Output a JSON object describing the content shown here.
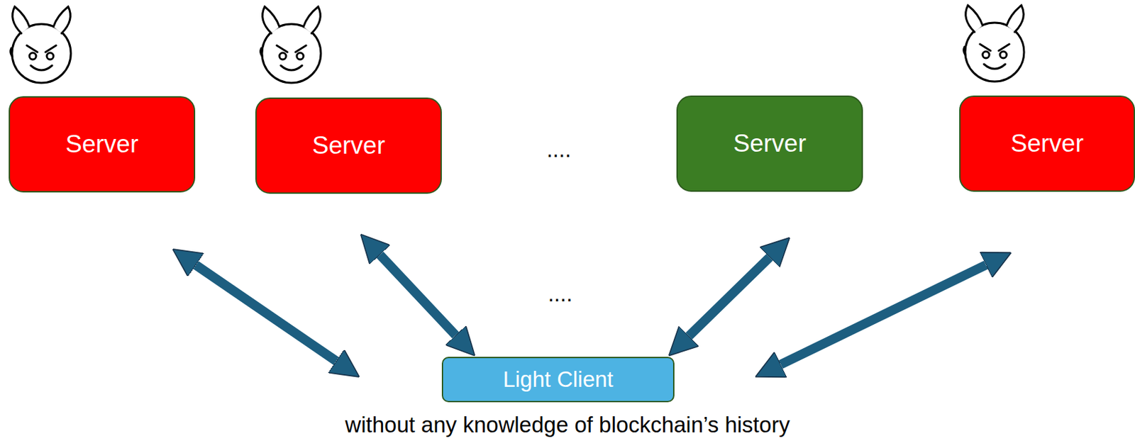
{
  "diagram": {
    "nodes": [
      {
        "text": [
          "Server"
        ]
      },
      {
        "text": [
          "Server"
        ]
      },
      {
        "text": [
          "Server"
        ]
      },
      {
        "text": [
          "Server"
        ]
      },
      {
        "text": [
          "Light Client"
        ]
      }
    ],
    "edges": [
      {
        "from": 0,
        "to": 4,
        "arrow": "both"
      },
      {
        "from": 1,
        "to": 4,
        "arrow": "both"
      },
      {
        "from": 2,
        "to": 4,
        "arrow": "both"
      },
      {
        "from": 3,
        "to": 4,
        "arrow": "both"
      }
    ],
    "labels": [
      "....",
      "....",
      "without any knowledge of blockchain’s history"
    ]
  }
}
